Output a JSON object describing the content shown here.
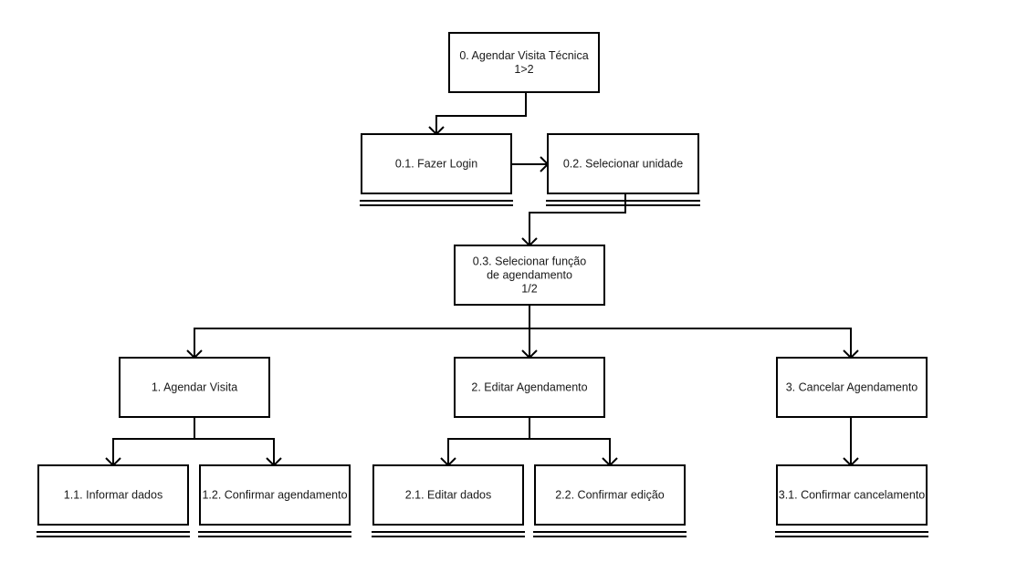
{
  "diagram": {
    "nodes": [
      {
        "id": "n0",
        "lines": [
          "0. Agendar Visita Técnica",
          "1>2"
        ],
        "primitive": false
      },
      {
        "id": "n01",
        "lines": [
          "0.1. Fazer Login"
        ],
        "primitive": true
      },
      {
        "id": "n02",
        "lines": [
          "0.2. Selecionar unidade"
        ],
        "primitive": true
      },
      {
        "id": "n03",
        "lines": [
          "0.3. Selecionar função",
          "de agendamento",
          "1/2"
        ],
        "primitive": false
      },
      {
        "id": "n1",
        "lines": [
          "1. Agendar Visita"
        ],
        "primitive": false
      },
      {
        "id": "n2",
        "lines": [
          "2. Editar Agendamento"
        ],
        "primitive": false
      },
      {
        "id": "n3",
        "lines": [
          "3. Cancelar Agendamento"
        ],
        "primitive": false
      },
      {
        "id": "n11",
        "lines": [
          "1.1. Informar dados"
        ],
        "primitive": true
      },
      {
        "id": "n12",
        "lines": [
          "1.2. Confirmar agendamento"
        ],
        "primitive": true
      },
      {
        "id": "n21",
        "lines": [
          "2.1. Editar dados"
        ],
        "primitive": true
      },
      {
        "id": "n22",
        "lines": [
          "2.2. Confirmar edição"
        ],
        "primitive": true
      },
      {
        "id": "n31",
        "lines": [
          "3.1. Confirmar cancelamento"
        ],
        "primitive": true
      }
    ],
    "edges": [
      {
        "from": "n0",
        "to": "n01"
      },
      {
        "from": "n01",
        "to": "n02"
      },
      {
        "from": "n02",
        "to": "n03"
      },
      {
        "from": "n03",
        "to": "n1"
      },
      {
        "from": "n03",
        "to": "n2"
      },
      {
        "from": "n03",
        "to": "n3"
      },
      {
        "from": "n1",
        "to": "n11"
      },
      {
        "from": "n1",
        "to": "n12"
      },
      {
        "from": "n2",
        "to": "n21"
      },
      {
        "from": "n2",
        "to": "n22"
      },
      {
        "from": "n3",
        "to": "n31"
      }
    ]
  }
}
